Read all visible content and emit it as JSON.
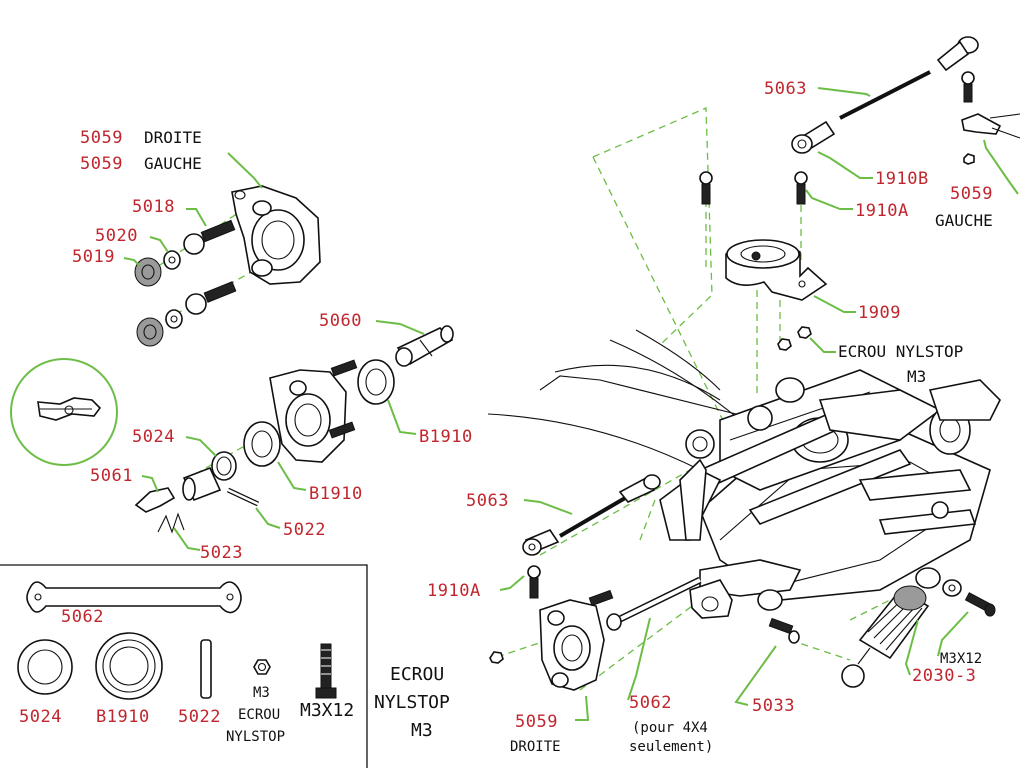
{
  "colors": {
    "part_number": "#c0262d",
    "leader_line": "#6cbd45",
    "text": "#111111",
    "background": "#ffffff"
  },
  "labels": {
    "p5059_droite_top": {
      "num": "5059",
      "word": "DROITE"
    },
    "p5059_gauche_top": {
      "num": "5059",
      "word": "GAUCHE"
    },
    "p5018": "5018",
    "p5020": "5020",
    "p5019": "5019",
    "p5060": "5060",
    "pB1910_a": "B1910",
    "p5024": "5024",
    "p5061": "5061",
    "pB1910_b": "B1910",
    "p5022": "5022",
    "p5023": "5023",
    "p5063_top": "5063",
    "p1910B": "1910B",
    "p1910A_top": "1910A",
    "p5059_gauche_right": {
      "num": "5059",
      "word": "GAUCHE"
    },
    "p1909": "1909",
    "ecrou_nylstop_right": {
      "line1": "ECROU NYLSTOP",
      "line2": "M3"
    },
    "p5063_mid": "5063",
    "p1910A_mid": "1910A",
    "ecrou_nylstop_bottom": {
      "line1": "ECROU",
      "line2": "NYLSTOP",
      "line3": "M3"
    },
    "p5059_bottom": {
      "num": "5059",
      "word": "DROITE"
    },
    "p5062_bottom": {
      "num": "5062",
      "note1": "(pour 4X4",
      "note2": "seulement)"
    },
    "p5033": "5033",
    "m3x12_right": "M3X12",
    "p2030_3": "2030-3"
  },
  "legend_box": {
    "p5062": "5062",
    "p5024": "5024",
    "pB1910": "B1910",
    "p5022": "5022",
    "m3": "M3",
    "ecrou": "ECROU",
    "nylstop": "NYLSTOP",
    "m3x12": "M3X12"
  }
}
